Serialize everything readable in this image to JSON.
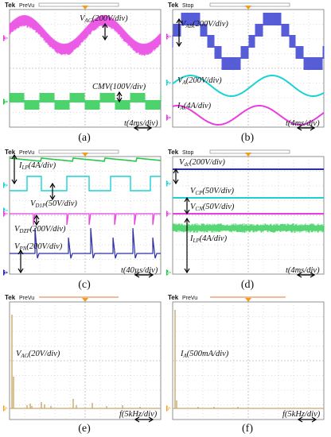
{
  "panels": [
    {
      "id": "a",
      "caption": "(a)",
      "brand": "Tek",
      "mode": "PreVu",
      "labels": [
        "V_AG(200V/div)",
        "CMV(100V/div)",
        "t(4ms/div)"
      ],
      "label_parts": [
        [
          "V",
          "AG",
          "(200V/div)"
        ],
        [
          "CMV(100V/div)"
        ],
        [
          "t(4ms/div)"
        ]
      ],
      "channel_markers": [
        "3",
        "1"
      ]
    },
    {
      "id": "b",
      "caption": "(b)",
      "brand": "Tek",
      "mode": "Stop",
      "label_parts": [
        [
          "V",
          "AB",
          "(200V/div)"
        ],
        [
          "V",
          "A",
          "(200V/div)"
        ],
        [
          "I",
          "A",
          "(4A/div)"
        ],
        [
          "t(4ms/div)"
        ]
      ],
      "channel_markers": [
        "3",
        "2",
        "1"
      ]
    },
    {
      "id": "c",
      "caption": "(c)",
      "brand": "Tek",
      "mode": "PreVu",
      "label_parts": [
        [
          "I",
          "LP",
          "(4A/div)"
        ],
        [
          "V",
          "D1P",
          "(50V/div)"
        ],
        [
          "V",
          "DZP",
          "(200V/div)"
        ],
        [
          "V",
          "PN",
          "(200V/div)"
        ],
        [
          "t(40µs/div)"
        ]
      ],
      "channel_markers": [
        "2",
        "4",
        "3",
        "1"
      ]
    },
    {
      "id": "d",
      "caption": "(d)",
      "brand": "Tek",
      "mode": "Stop",
      "label_parts": [
        [
          "V",
          "dc",
          "(200V/div)"
        ],
        [
          "V",
          "CP",
          "(50V/div)"
        ],
        [
          "V",
          "CN",
          "(50V/div)"
        ],
        [
          "I",
          "LP",
          "(4A/div)"
        ],
        [
          "t(4ms/div)"
        ]
      ],
      "channel_markers": [
        "2",
        "3",
        "4"
      ]
    },
    {
      "id": "e",
      "caption": "(e)",
      "brand": "Tek",
      "mode": "PreVu",
      "label_parts": [
        [
          "V",
          "AG",
          "(20V/div)"
        ],
        [
          "f(5kHz/div)"
        ]
      ],
      "channel_markers": [
        "M"
      ]
    },
    {
      "id": "f",
      "caption": "(f)",
      "brand": "Tek",
      "mode": "PreVu",
      "label_parts": [
        [
          "I",
          "A",
          "(500mA/div)"
        ],
        [
          "f(5kHz/div)"
        ]
      ],
      "channel_markers": [
        "M"
      ]
    }
  ],
  "colors": {
    "magenta": "#e83ee0",
    "green": "#22c94a",
    "blue": "#3a40d0",
    "cyan": "#19d3d3",
    "navy": "#2c2ea8",
    "violet": "#8a5ac8",
    "spectrum": "#c9a86a",
    "grid": "#b9b9b9",
    "orange_marker": "#f29d1a"
  }
}
